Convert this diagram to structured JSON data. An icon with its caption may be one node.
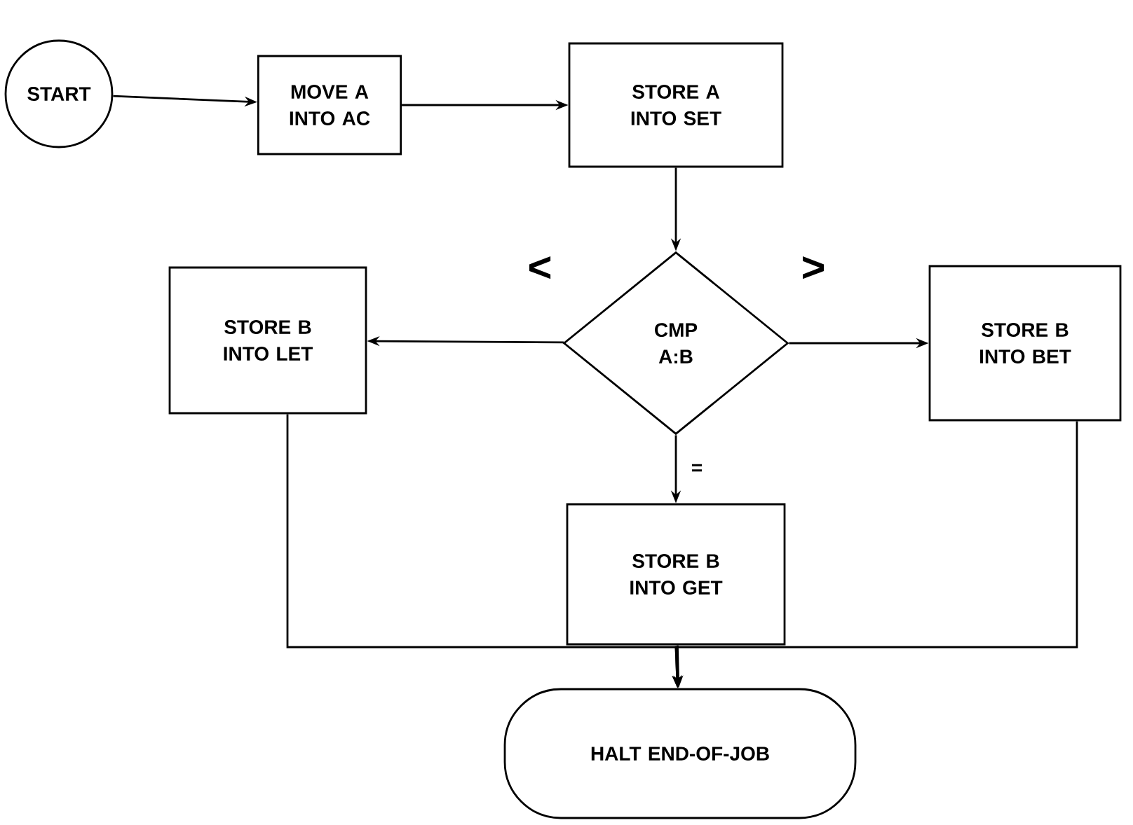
{
  "diagram": {
    "nodes": [
      {
        "text": [
          "START"
        ]
      },
      {
        "text": [
          "MOVE A INTO AC"
        ]
      },
      {
        "text": [
          "STORE A INTO SET"
        ]
      },
      {
        "text": [
          "CMP A:B"
        ]
      },
      {
        "text": [
          "STORE B INTO LET"
        ]
      },
      {
        "text": [
          "STORE B INTO BET"
        ]
      },
      {
        "text": [
          "STORE B INTO GET"
        ]
      },
      {
        "text": [
          "HALT END-OF-JOB"
        ]
      }
    ],
    "edges": [
      {
        "from": 0,
        "to": 1,
        "arrow": "to"
      },
      {
        "from": 1,
        "to": 2,
        "arrow": "to"
      },
      {
        "from": 2,
        "to": 3,
        "arrow": "to"
      },
      {
        "from": 3,
        "to": 4,
        "arrow": "to",
        "label": "<"
      },
      {
        "from": 3,
        "to": 5,
        "arrow": "to",
        "label": ">"
      },
      {
        "from": 3,
        "to": 6,
        "arrow": "to",
        "label": "="
      },
      {
        "from": 4,
        "to": 7,
        "arrow": "to"
      },
      {
        "from": 6,
        "to": 7,
        "arrow": "to"
      },
      {
        "from": 5,
        "to": 7,
        "arrow": "to"
      }
    ]
  }
}
